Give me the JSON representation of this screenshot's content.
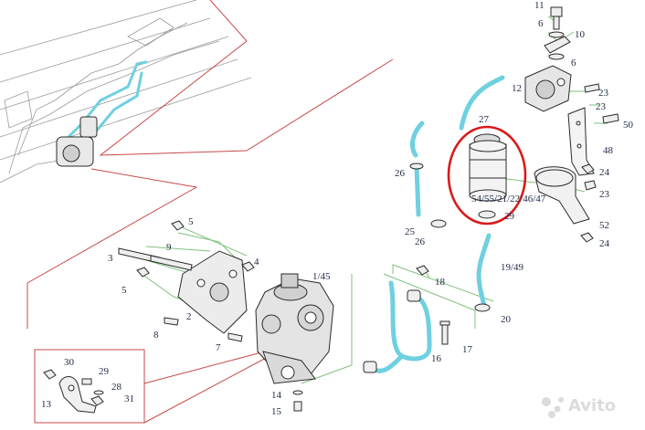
{
  "labels": {
    "l11": "11",
    "l6a": "6",
    "l10": "10",
    "l6b": "6",
    "l12": "12",
    "l23a": "23",
    "l23b": "23",
    "l50": "50",
    "l48": "48",
    "l27": "27",
    "l26a": "26",
    "l24a": "24",
    "l23c": "23",
    "l54": "54/55/21/22/46/47",
    "l29": "29",
    "l25": "25",
    "l26b": "26",
    "l52": "52",
    "l24b": "24",
    "l5a": "5",
    "l9": "9",
    "l3": "3",
    "l4": "4",
    "l5b": "5",
    "l1_45": "1/45",
    "l18": "18",
    "l19_49": "19/49",
    "l2": "2",
    "l8": "8",
    "l7": "7",
    "l20": "20",
    "l17": "17",
    "l16": "16",
    "l30": "30",
    "l29b": "29",
    "l28": "28",
    "l13": "13",
    "l31": "31",
    "l14": "14",
    "l15": "15"
  },
  "watermark": {
    "text": "Avito"
  },
  "colors": {
    "line": "#2b2b2b",
    "leader": "#7ec37e",
    "hose": "#6fd0e0",
    "highlight": "#d91a1a",
    "frame": "#c84a4a",
    "label": "#1f2a44"
  }
}
